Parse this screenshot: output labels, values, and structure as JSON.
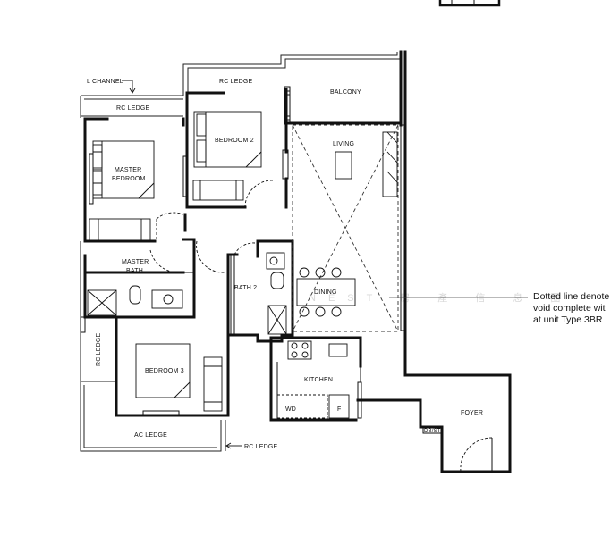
{
  "labels": {
    "l_channel": "L CHANNEL",
    "rc_ledge_top": "RC LEDGE",
    "rc_ledge_left": "RC LEDGE",
    "rc_ledge_side": "RC LEDGE",
    "rc_ledge_bottom": "RC LEDGE",
    "balcony": "BALCONY",
    "master_bedroom_1": "MASTER",
    "master_bedroom_2": "BEDROOM",
    "bedroom_2": "BEDROOM 2",
    "living": "LIVING",
    "master_bath_1": "MASTER",
    "master_bath_2": "BATH",
    "bath_2": "BATH 2",
    "dining": "DINING",
    "bedroom_3": "BEDROOM 3",
    "kitchen": "KITCHEN",
    "wd": "WD",
    "fridge": "F",
    "foyer": "FOYER",
    "db_st": "DB/ST",
    "ac_ledge": "AC LEDGE"
  },
  "note": {
    "line1": "Dotted line denote",
    "line2": "void complete wit",
    "line3": "at unit Type 3BR"
  },
  "colors": {
    "wall": "#111111",
    "thin": "#222222",
    "watermark": "#d8d8d8"
  }
}
